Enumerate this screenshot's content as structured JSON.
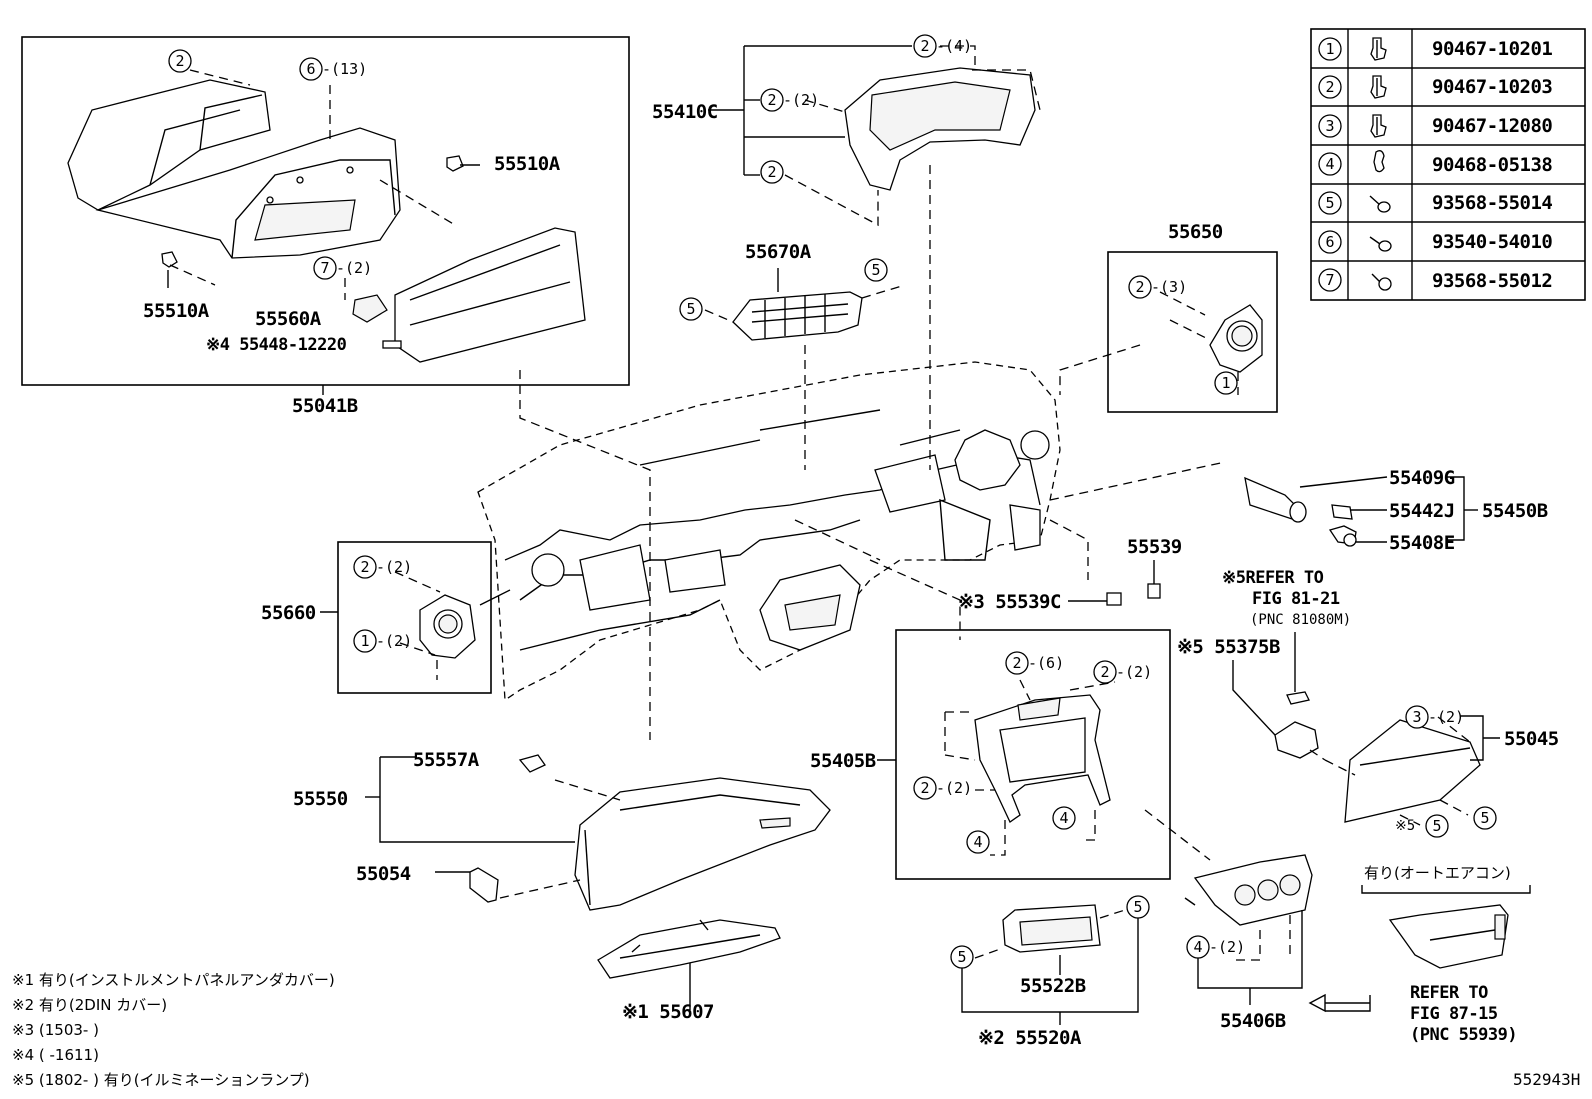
{
  "diagram_id": "552943H",
  "legend_table": [
    {
      "num": "1",
      "icon": "clip-icon",
      "part": "90467-10201"
    },
    {
      "num": "2",
      "icon": "clip-icon",
      "part": "90467-10203"
    },
    {
      "num": "3",
      "icon": "clip-icon",
      "part": "90467-12080"
    },
    {
      "num": "4",
      "icon": "clip-icon",
      "part": "90468-05138"
    },
    {
      "num": "5",
      "icon": "screw-icon",
      "part": "93568-55014"
    },
    {
      "num": "6",
      "icon": "screw-icon",
      "part": "93540-54010"
    },
    {
      "num": "7",
      "icon": "screw-icon",
      "part": "93568-55012"
    }
  ],
  "part_labels": {
    "p55510A_top": "55510A",
    "p55510A_left": "55510A",
    "p55560A": "55560A",
    "p55448": "※4 55448-12220",
    "p55041B": "55041B",
    "p55410C": "55410C",
    "p55670A": "55670A",
    "p55650": "55650",
    "p55409G": "55409G",
    "p55442J": "55442J",
    "p55408E": "55408E",
    "p55450B": "55450B",
    "p55539": "55539",
    "p55539C": "※3 55539C",
    "p55660": "55660",
    "refer1_a": "※5REFER TO",
    "refer1_b": "FIG 81-21",
    "refer1_c": "(PNC 81080M)",
    "p55375B": "※5 55375B",
    "p55045": "55045",
    "p55405B": "55405B",
    "p55557A": "55557A",
    "p55550": "55550",
    "p55054": "55054",
    "p55522B": "55522B",
    "p55520A": "※2 55520A",
    "p55406B": "55406B",
    "p55607": "※1 55607",
    "auto_ac": "有り(オートエアコン)",
    "refer2_a": "REFER TO",
    "refer2_b": "FIG 87-15",
    "refer2_c": "(PNC 55939)"
  },
  "callouts": {
    "c2_a": "2",
    "c6": "6",
    "q13": "-(13)",
    "c7": "7",
    "q7": "-(2)",
    "c2_b": "2",
    "q4": "-(4)",
    "c2_c": "2",
    "q2c": "-(2)",
    "c2_d": "2",
    "c5_a": "5",
    "c5_b": "5",
    "c2_e": "2",
    "q3": "-(3)",
    "c1_a": "1",
    "c2_f": "2",
    "q2f": "-(2)",
    "c1_b": "1",
    "q2g": "-(2)",
    "c2_g": "2",
    "q6": "-(6)",
    "c2_h": "2",
    "q2h": "-(2)",
    "c2_i": "2",
    "q2i": "-(2)",
    "c4_a": "4",
    "c4_b": "4",
    "c3": "3",
    "q3b": "-(2)",
    "c5_c": "5",
    "c5_d": "5",
    "x5": "※5",
    "c5_e": "5",
    "c5_f": "5",
    "c4_c": "4",
    "q4c": "-(2)"
  },
  "footnotes": [
    "※1 有り(インストルメントパネルアンダカバー)",
    "※2 有り(2DIN カバー)",
    "※3 (1503-      )",
    "※4 (      -1611)",
    "※5 (1802-      ) 有り(イルミネーションランプ)"
  ]
}
